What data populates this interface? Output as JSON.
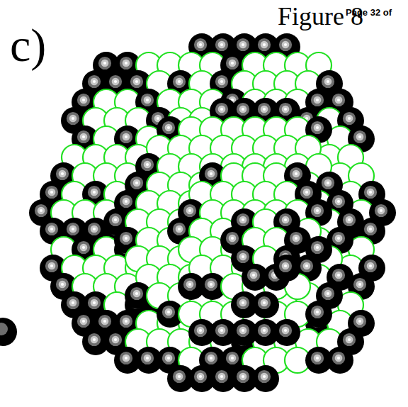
{
  "diagram": {
    "labels": [
      "Figure 8",
      "Page 32 of",
      "c)"
    ]
  }
}
